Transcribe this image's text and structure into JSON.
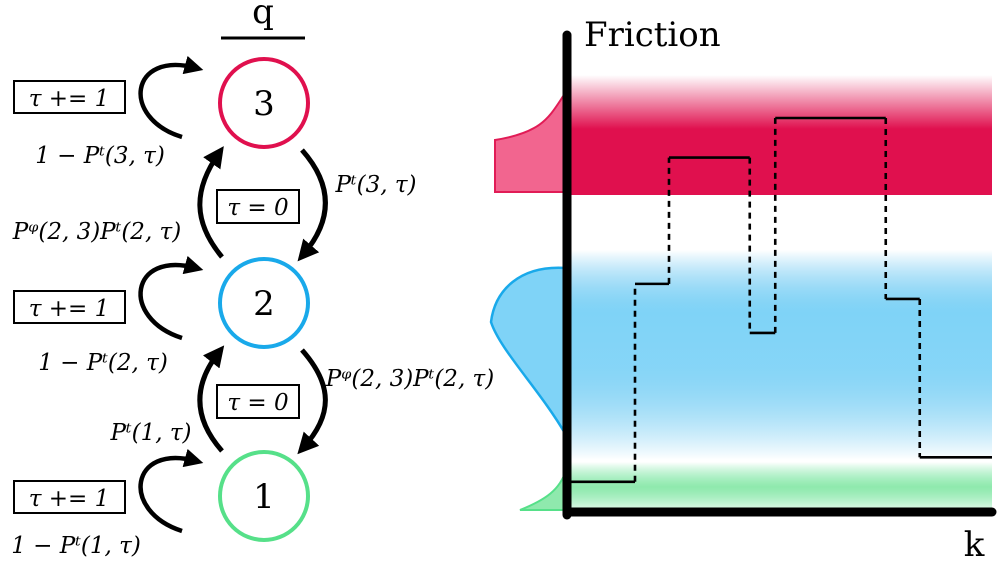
{
  "diagram": {
    "header": "q",
    "states": [
      {
        "label": "3",
        "color": "#e0104e"
      },
      {
        "label": "2",
        "color": "#19a9ea"
      },
      {
        "label": "1",
        "color": "#56e089"
      }
    ],
    "self_loops": {
      "box_label": "τ += 1",
      "state3": "1 − Pᵗ(3, τ)",
      "state2": "1 − Pᵗ(2, τ)",
      "state1": "1 − Pᵗ(1, τ)"
    },
    "transitions": {
      "reset_box": "τ = 0",
      "p3_down": "Pᵗ(3, τ)",
      "p23_up": "Pᵠ(2, 3)Pᵗ(2, τ)",
      "p23_down": "Pᵠ(2, 3)Pᵗ(2, τ)",
      "p1_up": "Pᵗ(1, τ)"
    }
  },
  "plot": {
    "ylabel": "Friction",
    "xlabel": "k",
    "band_colors": {
      "high": "#e0104e",
      "mid": "#19a9ea",
      "low": "#56e089"
    },
    "bands": [
      {
        "name": "high",
        "y_from": 0.0,
        "y_to": 0.27
      },
      {
        "name": "mid",
        "y_from": 0.38,
        "y_to": 0.72
      },
      {
        "name": "low",
        "y_from": 0.86,
        "y_to": 0.96
      }
    ],
    "steps": [
      {
        "x_from": 0.0,
        "x_to": 0.16,
        "y": 0.965
      },
      {
        "x_from": 0.16,
        "x_to": 0.24,
        "y": 0.44
      },
      {
        "x_from": 0.24,
        "x_to": 0.43,
        "y": 0.105
      },
      {
        "x_from": 0.43,
        "x_to": 0.49,
        "y": 0.57
      },
      {
        "x_from": 0.49,
        "x_to": 0.75,
        "y": 0.0
      },
      {
        "x_from": 0.75,
        "x_to": 0.83,
        "y": 0.48
      },
      {
        "x_from": 0.83,
        "x_to": 1.0,
        "y": 0.9
      }
    ]
  }
}
